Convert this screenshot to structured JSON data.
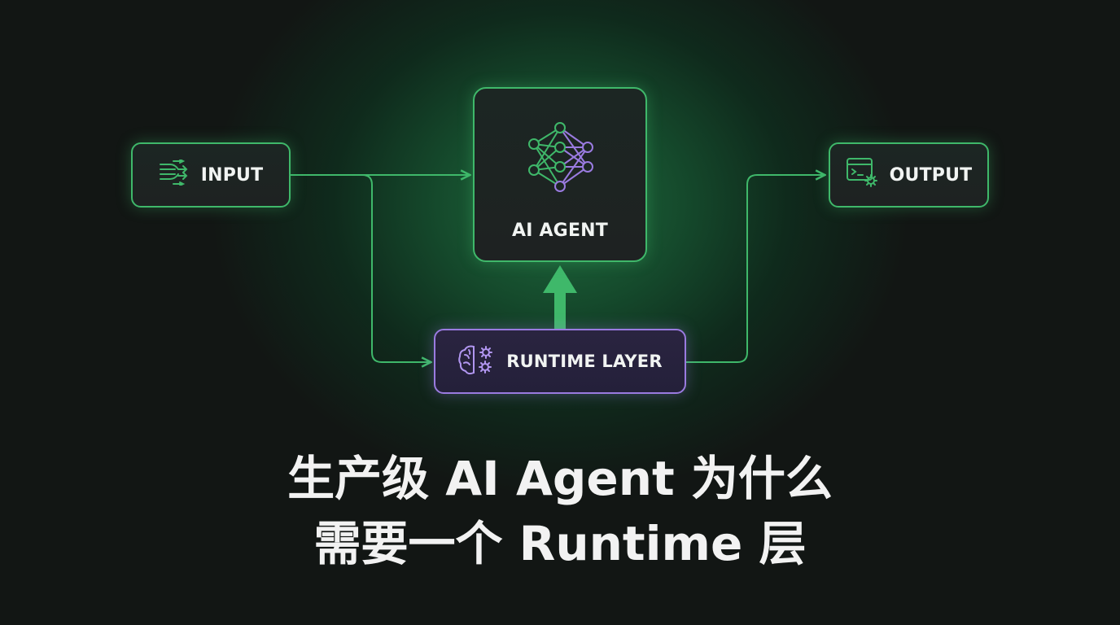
{
  "diagram": {
    "nodes": {
      "input": {
        "label": "INPUT",
        "icon": "input-streams-icon"
      },
      "agent": {
        "label": "AI AGENT",
        "icon": "neural-network-icon"
      },
      "output": {
        "label": "OUTPUT",
        "icon": "terminal-gear-icon"
      },
      "runtime": {
        "label": "RUNTIME LAYER",
        "icon": "brain-gears-icon"
      }
    },
    "edges": [
      {
        "from": "input",
        "to": "agent"
      },
      {
        "from": "input",
        "to": "runtime"
      },
      {
        "from": "runtime",
        "to": "agent"
      },
      {
        "from": "runtime",
        "to": "output"
      }
    ],
    "colors": {
      "accent_green": "#3fb86a",
      "accent_purple": "#9a7be0",
      "background": "#121614"
    }
  },
  "title": {
    "line1": "生产级 AI Agent 为什么",
    "line2": "需要一个 Runtime 层"
  }
}
